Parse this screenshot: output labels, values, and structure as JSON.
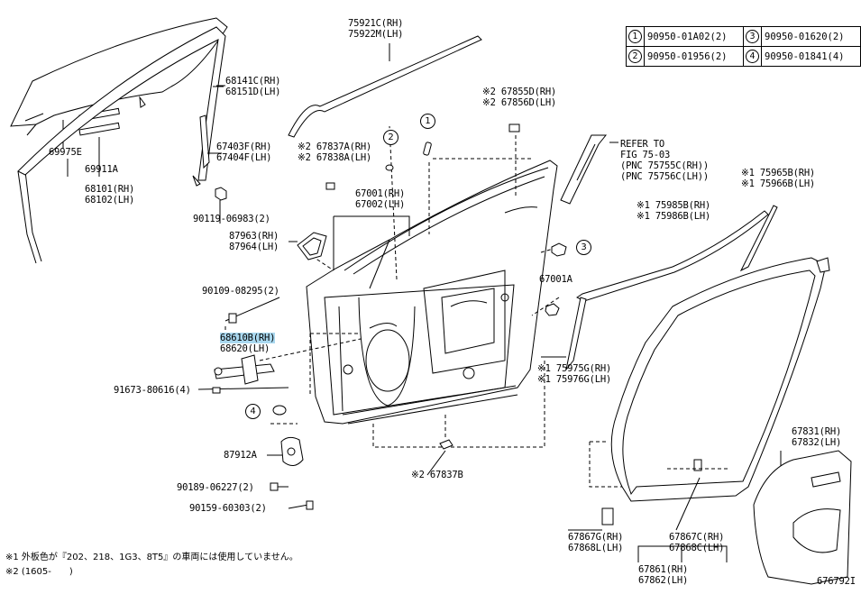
{
  "diagram_id": "676792I",
  "legend": [
    {
      "num": "1",
      "part": "90950-01A02(2)"
    },
    {
      "num": "3",
      "part": "90950-01620(2)"
    },
    {
      "num": "2",
      "part": "90950-01956(2)"
    },
    {
      "num": "4",
      "part": "90950-01841(4)"
    }
  ],
  "labels": {
    "l75921": [
      "75921C(RH)",
      "75922M(LH)"
    ],
    "l68141": [
      "68141C(RH)",
      "68151D(LH)"
    ],
    "l67855": [
      "※2 67855D(RH)",
      "※2 67856D(LH)"
    ],
    "l69975": "69975E",
    "l69911": "69911A",
    "l68101": [
      "68101(RH)",
      "68102(LH)"
    ],
    "l67403": [
      "67403F(RH)",
      "67404F(LH)"
    ],
    "l67837a": [
      "※2 67837A(RH)",
      "※2 67838A(LH)"
    ],
    "refer": [
      "REFER TO",
      "FIG 75-03",
      "(PNC 75755C(RH))",
      "(PNC 75756C(LH))"
    ],
    "l75965": [
      "※1 75965B(RH)",
      "※1 75966B(LH)"
    ],
    "l90119": "90119-06983(2)",
    "l67001": [
      "67001(RH)",
      "67002(LH)"
    ],
    "l75985": [
      "※1 75985B(RH)",
      "※1 75986B(LH)"
    ],
    "l87963": [
      "87963(RH)",
      "87964(LH)"
    ],
    "l67001a": "67001A",
    "l90109": "90109-08295(2)",
    "l68610": "68610B(RH)",
    "l68620": "68620(LH)",
    "l75975": [
      "※1 75975G(RH)",
      "※1 75976G(LH)"
    ],
    "l91673": "91673-80616(4)",
    "l67831": [
      "67831(RH)",
      "67832(LH)"
    ],
    "l87912": "87912A",
    "l67837b": "※2 67837B",
    "l90189": "90189-06227(2)",
    "l90159": "90159-60303(2)",
    "l67867g": [
      "67867G(RH)",
      "67868L(LH)"
    ],
    "l67867c": [
      "67867C(RH)",
      "67868C(LH)"
    ],
    "l67861": [
      "67861(RH)",
      "67862(LH)"
    ]
  },
  "callouts": {
    "c1": "1",
    "c2": "2",
    "c3": "3",
    "c4": "4"
  },
  "notes": [
    "※1 外板色が『202、218、1G3、8T5』の車両には使用していません。",
    "※2 (1605-　　)"
  ]
}
